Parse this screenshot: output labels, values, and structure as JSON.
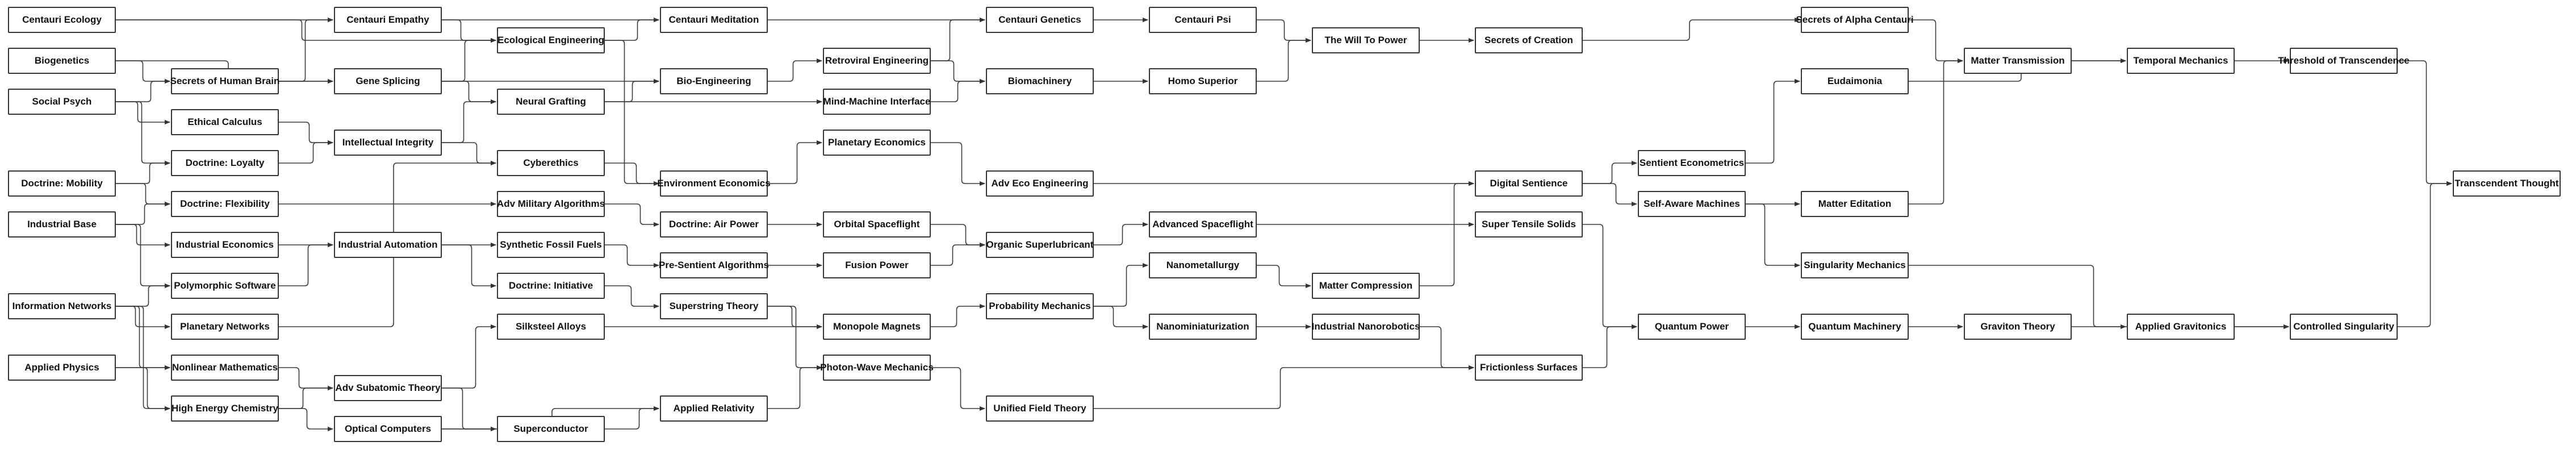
{
  "graph": {
    "nodes": [
      {
        "id": "centauri_ecology",
        "label": "Centauri Ecology",
        "col": 0,
        "row": 0
      },
      {
        "id": "biogenetics",
        "label": "Biogenetics",
        "col": 0,
        "row": 1
      },
      {
        "id": "social_psych",
        "label": "Social Psych",
        "col": 0,
        "row": 2
      },
      {
        "id": "doctrine_mobility",
        "label": "Doctrine: Mobility",
        "col": 0,
        "row": 4
      },
      {
        "id": "industrial_base",
        "label": "Industrial Base",
        "col": 0,
        "row": 5
      },
      {
        "id": "information_networks",
        "label": "Information Networks",
        "col": 0,
        "row": 7
      },
      {
        "id": "applied_physics",
        "label": "Applied Physics",
        "col": 0,
        "row": 8.5
      },
      {
        "id": "secrets_human_brain",
        "label": "Secrets of Human Brain",
        "col": 1,
        "row": 1.5
      },
      {
        "id": "ethical_calculus",
        "label": "Ethical Calculus",
        "col": 1,
        "row": 2.5
      },
      {
        "id": "doctrine_loyalty",
        "label": "Doctrine: Loyalty",
        "col": 1,
        "row": 3.5
      },
      {
        "id": "doctrine_flexibility",
        "label": "Doctrine: Flexibility",
        "col": 1,
        "row": 4.5
      },
      {
        "id": "industrial_economics",
        "label": "Industrial Economics",
        "col": 1,
        "row": 5.5
      },
      {
        "id": "polymorphic_software",
        "label": "Polymorphic Software",
        "col": 1,
        "row": 6.5
      },
      {
        "id": "planetary_networks",
        "label": "Planetary Networks",
        "col": 1,
        "row": 7.5
      },
      {
        "id": "nonlinear_mathematics",
        "label": "Nonlinear Mathematics",
        "col": 1,
        "row": 8.5
      },
      {
        "id": "high_energy_chemistry",
        "label": "High Energy Chemistry",
        "col": 1,
        "row": 9.5
      },
      {
        "id": "centauri_empathy",
        "label": "Centauri Empathy",
        "col": 2,
        "row": 0
      },
      {
        "id": "gene_splicing",
        "label": "Gene Splicing",
        "col": 2,
        "row": 1.5
      },
      {
        "id": "intellectual_integrity",
        "label": "Intellectual Integrity",
        "col": 2,
        "row": 3
      },
      {
        "id": "industrial_automation",
        "label": "Industrial Automation",
        "col": 2,
        "row": 5.5
      },
      {
        "id": "adv_subatomic_theory",
        "label": "Adv Subatomic Theory",
        "col": 2,
        "row": 9
      },
      {
        "id": "optical_computers",
        "label": "Optical Computers",
        "col": 2,
        "row": 10
      },
      {
        "id": "ecological_engineering",
        "label": "Ecological Engineering",
        "col": 3,
        "row": 0.5
      },
      {
        "id": "neural_grafting",
        "label": "Neural Grafting",
        "col": 3,
        "row": 2
      },
      {
        "id": "cyberethics",
        "label": "Cyberethics",
        "col": 3,
        "row": 3.5
      },
      {
        "id": "adv_military_algorithms",
        "label": "Adv Military Algorithms",
        "col": 3,
        "row": 4.5
      },
      {
        "id": "synthetic_fossil_fuels",
        "label": "Synthetic Fossil Fuels",
        "col": 3,
        "row": 5.5
      },
      {
        "id": "doctrine_initiative",
        "label": "Doctrine: Initiative",
        "col": 3,
        "row": 6.5
      },
      {
        "id": "silksteel_alloys",
        "label": "Silksteel Alloys",
        "col": 3,
        "row": 7.5
      },
      {
        "id": "superconductor",
        "label": "Superconductor",
        "col": 3,
        "row": 10
      },
      {
        "id": "centauri_meditation",
        "label": "Centauri Meditation",
        "col": 4,
        "row": 0
      },
      {
        "id": "bio_engineering",
        "label": "Bio-Engineering",
        "col": 4,
        "row": 1.5
      },
      {
        "id": "environment_economics",
        "label": "Environment Economics",
        "col": 4,
        "row": 4
      },
      {
        "id": "doctrine_air_power",
        "label": "Doctrine: Air Power",
        "col": 4,
        "row": 5
      },
      {
        "id": "pre_sentient_algorithms",
        "label": "Pre-Sentient Algorithms",
        "col": 4,
        "row": 6
      },
      {
        "id": "superstring_theory",
        "label": "Superstring Theory",
        "col": 4,
        "row": 7
      },
      {
        "id": "applied_relativity",
        "label": "Applied Relativity",
        "col": 4,
        "row": 9.5
      },
      {
        "id": "retroviral_engineering",
        "label": "Retroviral Engineering",
        "col": 5,
        "row": 1
      },
      {
        "id": "mind_machine_interface",
        "label": "Mind-Machine Interface",
        "col": 5,
        "row": 2
      },
      {
        "id": "planetary_economics",
        "label": "Planetary Economics",
        "col": 5,
        "row": 3
      },
      {
        "id": "orbital_spaceflight",
        "label": "Orbital Spaceflight",
        "col": 5,
        "row": 5
      },
      {
        "id": "fusion_power",
        "label": "Fusion Power",
        "col": 5,
        "row": 6
      },
      {
        "id": "monopole_magnets",
        "label": "Monopole Magnets",
        "col": 5,
        "row": 7.5
      },
      {
        "id": "photon_wave_mechanics",
        "label": "Photon-Wave Mechanics",
        "col": 5,
        "row": 8.5
      },
      {
        "id": "centauri_genetics",
        "label": "Centauri Genetics",
        "col": 6,
        "row": 0
      },
      {
        "id": "biomachinery",
        "label": "Biomachinery",
        "col": 6,
        "row": 1.5
      },
      {
        "id": "adv_eco_engineering",
        "label": "Adv Eco Engineering",
        "col": 6,
        "row": 4
      },
      {
        "id": "organic_superlubricant",
        "label": "Organic Superlubricant",
        "col": 6,
        "row": 5.5
      },
      {
        "id": "probability_mechanics",
        "label": "Probability Mechanics",
        "col": 6,
        "row": 7
      },
      {
        "id": "unified_field_theory",
        "label": "Unified Field Theory",
        "col": 6,
        "row": 9.5
      },
      {
        "id": "centauri_psi",
        "label": "Centauri Psi",
        "col": 7,
        "row": 0
      },
      {
        "id": "homo_superior",
        "label": "Homo Superior",
        "col": 7,
        "row": 1.5
      },
      {
        "id": "advanced_spaceflight",
        "label": "Advanced Spaceflight",
        "col": 7,
        "row": 5
      },
      {
        "id": "nanometallurgy",
        "label": "Nanometallurgy",
        "col": 7,
        "row": 6
      },
      {
        "id": "nanominiaturization",
        "label": "Nanominiaturization",
        "col": 7,
        "row": 7.5
      },
      {
        "id": "the_will_to_power",
        "label": "The Will To Power",
        "col": 8,
        "row": 0.5
      },
      {
        "id": "matter_compression",
        "label": "Matter Compression",
        "col": 8,
        "row": 6.5
      },
      {
        "id": "industrial_nanorobotics",
        "label": "Industrial Nanorobotics",
        "col": 8,
        "row": 7.5
      },
      {
        "id": "secrets_of_creation",
        "label": "Secrets of Creation",
        "col": 9,
        "row": 0.5
      },
      {
        "id": "digital_sentience",
        "label": "Digital Sentience",
        "col": 9,
        "row": 4
      },
      {
        "id": "super_tensile_solids",
        "label": "Super Tensile Solids",
        "col": 9,
        "row": 5
      },
      {
        "id": "frictionless_surfaces",
        "label": "Frictionless Surfaces",
        "col": 9,
        "row": 8.5
      },
      {
        "id": "sentient_econometrics",
        "label": "Sentient Econometrics",
        "col": 10,
        "row": 3.5
      },
      {
        "id": "self_aware_machines",
        "label": "Self-Aware Machines",
        "col": 10,
        "row": 4.5
      },
      {
        "id": "quantum_power",
        "label": "Quantum Power",
        "col": 10,
        "row": 7.5
      },
      {
        "id": "secrets_of_alpha_centauri",
        "label": "Secrets of Alpha Centauri",
        "col": 11,
        "row": 0
      },
      {
        "id": "eudaimonia",
        "label": "Eudaimonia",
        "col": 11,
        "row": 1.5
      },
      {
        "id": "matter_editation",
        "label": "Matter Editation",
        "col": 11,
        "row": 4.5
      },
      {
        "id": "singularity_mechanics",
        "label": "Singularity Mechanics",
        "col": 11,
        "row": 6
      },
      {
        "id": "quantum_machinery",
        "label": "Quantum Machinery",
        "col": 11,
        "row": 7.5
      },
      {
        "id": "matter_transmission",
        "label": "Matter Transmission",
        "col": 12,
        "row": 1
      },
      {
        "id": "graviton_theory",
        "label": "Graviton Theory",
        "col": 12,
        "row": 7.5
      },
      {
        "id": "temporal_mechanics",
        "label": "Temporal Mechanics",
        "col": 13,
        "row": 1
      },
      {
        "id": "applied_gravitonics",
        "label": "Applied Gravitonics",
        "col": 13,
        "row": 7.5
      },
      {
        "id": "threshold_of_transcendence",
        "label": "Threshold of Transcendence",
        "col": 14,
        "row": 1
      },
      {
        "id": "controlled_singularity",
        "label": "Controlled Singularity",
        "col": 14,
        "row": 7.5
      },
      {
        "id": "transcendent_thought",
        "label": "Transcendent Thought",
        "col": 15,
        "row": 4
      }
    ],
    "edges": [
      [
        "centauri_ecology",
        "centauri_empathy"
      ],
      [
        "centauri_ecology",
        "ecological_engineering"
      ],
      [
        "biogenetics",
        "secrets_human_brain"
      ],
      [
        "biogenetics",
        "gene_splicing"
      ],
      [
        "social_psych",
        "secrets_human_brain"
      ],
      [
        "social_psych",
        "ethical_calculus"
      ],
      [
        "social_psych",
        "doctrine_loyalty"
      ],
      [
        "doctrine_mobility",
        "doctrine_flexibility"
      ],
      [
        "doctrine_mobility",
        "doctrine_loyalty"
      ],
      [
        "industrial_base",
        "industrial_economics"
      ],
      [
        "industrial_base",
        "polymorphic_software"
      ],
      [
        "industrial_base",
        "doctrine_flexibility"
      ],
      [
        "information_networks",
        "polymorphic_software"
      ],
      [
        "information_networks",
        "planetary_networks"
      ],
      [
        "information_networks",
        "nonlinear_mathematics"
      ],
      [
        "information_networks",
        "high_energy_chemistry"
      ],
      [
        "applied_physics",
        "high_energy_chemistry"
      ],
      [
        "applied_physics",
        "nonlinear_mathematics"
      ],
      [
        "secrets_human_brain",
        "gene_splicing"
      ],
      [
        "secrets_human_brain",
        "centauri_empathy"
      ],
      [
        "ethical_calculus",
        "intellectual_integrity"
      ],
      [
        "doctrine_loyalty",
        "intellectual_integrity"
      ],
      [
        "industrial_economics",
        "industrial_automation"
      ],
      [
        "doctrine_flexibility",
        "adv_military_algorithms"
      ],
      [
        "polymorphic_software",
        "industrial_automation"
      ],
      [
        "planetary_networks",
        "cyberethics"
      ],
      [
        "nonlinear_mathematics",
        "adv_subatomic_theory"
      ],
      [
        "high_energy_chemistry",
        "adv_subatomic_theory"
      ],
      [
        "high_energy_chemistry",
        "optical_computers"
      ],
      [
        "centauri_empathy",
        "centauri_meditation"
      ],
      [
        "centauri_empathy",
        "ecological_engineering"
      ],
      [
        "gene_splicing",
        "ecological_engineering"
      ],
      [
        "gene_splicing",
        "neural_grafting"
      ],
      [
        "gene_splicing",
        "bio_engineering"
      ],
      [
        "intellectual_integrity",
        "cyberethics"
      ],
      [
        "intellectual_integrity",
        "neural_grafting"
      ],
      [
        "industrial_automation",
        "synthetic_fossil_fuels"
      ],
      [
        "industrial_automation",
        "doctrine_initiative"
      ],
      [
        "adv_subatomic_theory",
        "silksteel_alloys"
      ],
      [
        "adv_subatomic_theory",
        "superconductor"
      ],
      [
        "optical_computers",
        "superconductor"
      ],
      [
        "optical_computers",
        "applied_relativity"
      ],
      [
        "ecological_engineering",
        "centauri_meditation"
      ],
      [
        "ecological_engineering",
        "environment_economics"
      ],
      [
        "neural_grafting",
        "mind_machine_interface"
      ],
      [
        "neural_grafting",
        "bio_engineering"
      ],
      [
        "cyberethics",
        "environment_economics"
      ],
      [
        "adv_military_algorithms",
        "doctrine_air_power"
      ],
      [
        "synthetic_fossil_fuels",
        "pre_sentient_algorithms"
      ],
      [
        "doctrine_initiative",
        "superstring_theory"
      ],
      [
        "silksteel_alloys",
        "monopole_magnets"
      ],
      [
        "superconductor",
        "applied_relativity"
      ],
      [
        "centauri_meditation",
        "centauri_genetics"
      ],
      [
        "bio_engineering",
        "retroviral_engineering"
      ],
      [
        "environment_economics",
        "planetary_economics"
      ],
      [
        "doctrine_air_power",
        "orbital_spaceflight"
      ],
      [
        "pre_sentient_algorithms",
        "fusion_power"
      ],
      [
        "superstring_theory",
        "monopole_magnets"
      ],
      [
        "superstring_theory",
        "photon_wave_mechanics"
      ],
      [
        "applied_relativity",
        "photon_wave_mechanics"
      ],
      [
        "retroviral_engineering",
        "centauri_genetics"
      ],
      [
        "retroviral_engineering",
        "biomachinery"
      ],
      [
        "mind_machine_interface",
        "biomachinery"
      ],
      [
        "planetary_economics",
        "adv_eco_engineering"
      ],
      [
        "orbital_spaceflight",
        "organic_superlubricant"
      ],
      [
        "fusion_power",
        "organic_superlubricant"
      ],
      [
        "monopole_magnets",
        "probability_mechanics"
      ],
      [
        "photon_wave_mechanics",
        "unified_field_theory"
      ],
      [
        "centauri_genetics",
        "centauri_psi"
      ],
      [
        "biomachinery",
        "homo_superior"
      ],
      [
        "adv_eco_engineering",
        "digital_sentience"
      ],
      [
        "organic_superlubricant",
        "advanced_spaceflight"
      ],
      [
        "probability_mechanics",
        "nanometallurgy"
      ],
      [
        "probability_mechanics",
        "nanominiaturization"
      ],
      [
        "unified_field_theory",
        "frictionless_surfaces"
      ],
      [
        "centauri_psi",
        "the_will_to_power"
      ],
      [
        "homo_superior",
        "the_will_to_power"
      ],
      [
        "advanced_spaceflight",
        "super_tensile_solids"
      ],
      [
        "nanometallurgy",
        "matter_compression"
      ],
      [
        "nanominiaturization",
        "industrial_nanorobotics"
      ],
      [
        "the_will_to_power",
        "secrets_of_creation"
      ],
      [
        "matter_compression",
        "digital_sentience"
      ],
      [
        "industrial_nanorobotics",
        "frictionless_surfaces"
      ],
      [
        "secrets_of_creation",
        "secrets_of_alpha_centauri"
      ],
      [
        "digital_sentience",
        "sentient_econometrics"
      ],
      [
        "digital_sentience",
        "self_aware_machines"
      ],
      [
        "super_tensile_solids",
        "quantum_power"
      ],
      [
        "frictionless_surfaces",
        "quantum_power"
      ],
      [
        "sentient_econometrics",
        "eudaimonia"
      ],
      [
        "self_aware_machines",
        "matter_editation"
      ],
      [
        "self_aware_machines",
        "singularity_mechanics"
      ],
      [
        "quantum_power",
        "quantum_machinery"
      ],
      [
        "secrets_of_alpha_centauri",
        "matter_transmission"
      ],
      [
        "eudaimonia",
        "temporal_mechanics"
      ],
      [
        "matter_editation",
        "matter_transmission"
      ],
      [
        "singularity_mechanics",
        "controlled_singularity"
      ],
      [
        "quantum_machinery",
        "graviton_theory"
      ],
      [
        "matter_transmission",
        "temporal_mechanics"
      ],
      [
        "graviton_theory",
        "applied_gravitonics"
      ],
      [
        "temporal_mechanics",
        "threshold_of_transcendence"
      ],
      [
        "applied_gravitonics",
        "controlled_singularity"
      ],
      [
        "threshold_of_transcendence",
        "transcendent_thought"
      ],
      [
        "controlled_singularity",
        "transcendent_thought"
      ]
    ]
  }
}
